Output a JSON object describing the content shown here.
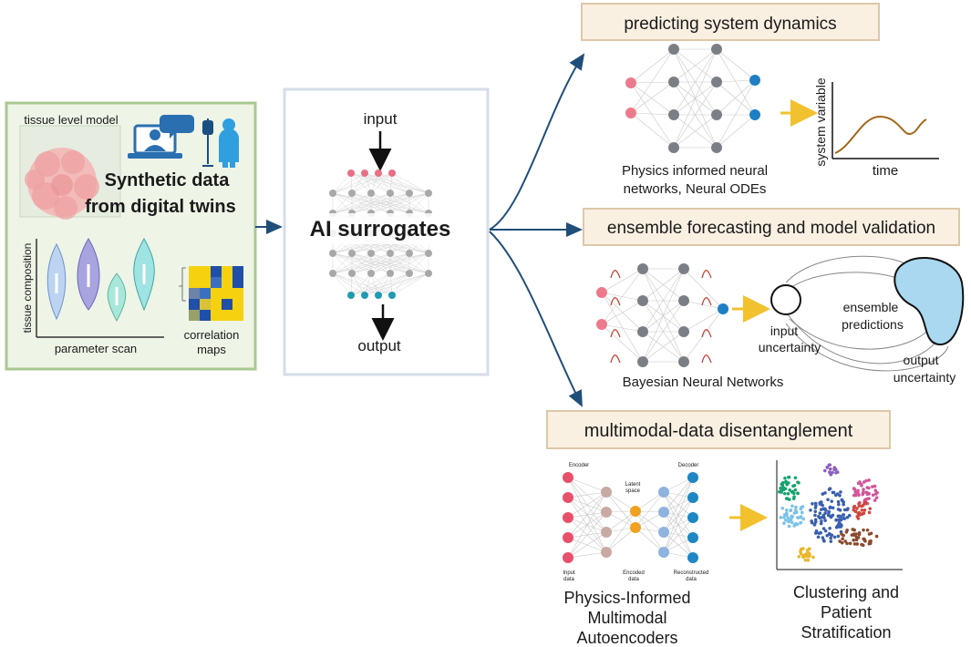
{
  "left_panel": {
    "tissue_label": "tissue level model",
    "title_line1": "Synthetic data",
    "title_line2": "from digital twins",
    "violin_ylabel": "tissue composition",
    "violin_xlabel": "parameter scan",
    "corr_label_line1": "correlation",
    "corr_label_line2": "maps",
    "colors": {
      "panel_fill": "#eef4e6",
      "panel_border": "#a9c990"
    }
  },
  "center_panel": {
    "input_label": "input",
    "title": "AI surrogates",
    "output_label": "output",
    "colors": {
      "border": "#d5dee8",
      "input_nodes": "#e86f86",
      "output_nodes": "#1f9ab0"
    }
  },
  "section1": {
    "title": "predicting system dynamics",
    "caption_line1": "Physics informed neural",
    "caption_line2": "networks, Neural ODEs",
    "plot_ylabel": "system variable",
    "plot_xlabel": "time"
  },
  "section2": {
    "title": "ensemble forecasting and model validation",
    "caption": "Bayesian Neural Networks",
    "input_uncertainty_line1": "input",
    "input_uncertainty_line2": "uncertainty",
    "ensemble_line1": "ensemble",
    "ensemble_line2": "predictions",
    "output_uncertainty_line1": "output",
    "output_uncertainty_line2": "uncertainty"
  },
  "section3": {
    "title": "multimodal-data disentanglement",
    "ae_encoder_label": "Encoder",
    "ae_decoder_label": "Decoder",
    "ae_latent_line1": "Latent",
    "ae_latent_line2": "space",
    "ae_input_line1": "Input",
    "ae_input_line2": "data",
    "ae_encoded_line1": "Encoded",
    "ae_encoded_line2": "data",
    "ae_recon_line1": "Reconstructed",
    "ae_recon_line2": "data",
    "caption_line1": "Physics-Informed",
    "caption_line2": "Multimodal",
    "caption_line3": "Autoencoders",
    "cluster_line1": "Clustering and",
    "cluster_line2": "Patient",
    "cluster_line3": "Stratification"
  },
  "colors": {
    "title_box_fill": "#faf0e2",
    "title_box_border": "#dcc8a8",
    "flow_arrow": "#1f4e79",
    "yellow_arrow": "#f2c12e",
    "pink_node": "#ec7a8c",
    "gray_node": "#7b7f85",
    "blue_node": "#1f7fc4",
    "curve": "#a2671a",
    "blob_blue": "#a9d8f0"
  }
}
